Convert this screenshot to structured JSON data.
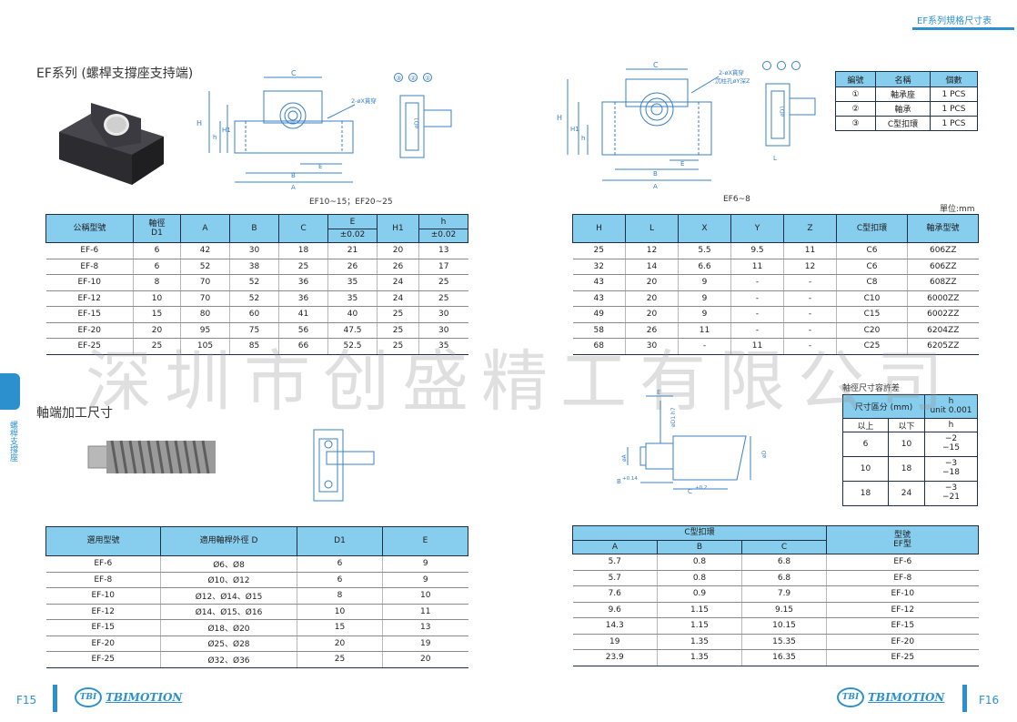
{
  "header": {
    "title": "EF系列規格尺寸表"
  },
  "left": {
    "section_title": "EF系列 (螺桿支撐座支持端)",
    "caption": "EF10~15；EF20~25",
    "drawing_labels": {
      "c": "C",
      "h": "H",
      "h1": "H1",
      "hs": "h",
      "e": "E",
      "b": "B",
      "a": "A",
      "hole_note": "2-øX貫穿",
      "d1": "øD1",
      "n1": "①",
      "n2": "②",
      "n3": "③"
    },
    "spec_table": {
      "headers": [
        "公稱型號",
        "軸徑\nD1",
        "A",
        "B",
        "C",
        "E",
        "H1",
        "h"
      ],
      "tol_e": "±0.02",
      "tol_h": "±0.02",
      "rows": [
        [
          "EF-6",
          "6",
          "42",
          "30",
          "18",
          "21",
          "20",
          "13"
        ],
        [
          "EF-8",
          "6",
          "52",
          "38",
          "25",
          "26",
          "26",
          "17"
        ],
        [
          "EF-10",
          "8",
          "70",
          "52",
          "36",
          "35",
          "24",
          "25"
        ],
        [
          "EF-12",
          "10",
          "70",
          "52",
          "36",
          "35",
          "24",
          "25"
        ],
        [
          "EF-15",
          "15",
          "80",
          "60",
          "41",
          "40",
          "25",
          "30"
        ],
        [
          "EF-20",
          "20",
          "95",
          "75",
          "56",
          "47.5",
          "25",
          "30"
        ],
        [
          "EF-25",
          "25",
          "105",
          "85",
          "66",
          "52.5",
          "25",
          "35"
        ]
      ]
    },
    "shaft_title": "軸端加工尺寸",
    "shaft_table": {
      "headers": [
        "選用型號",
        "適用軸桿外徑 D",
        "D1",
        "E"
      ],
      "rows": [
        [
          "EF-6",
          "Ø6、Ø8",
          "6",
          "9"
        ],
        [
          "EF-8",
          "Ø10、Ø12",
          "6",
          "9"
        ],
        [
          "EF-10",
          "Ø12、Ø14、Ø15",
          "8",
          "10"
        ],
        [
          "EF-12",
          "Ø14、Ø15、Ø16",
          "10",
          "11"
        ],
        [
          "EF-15",
          "Ø18、Ø20",
          "15",
          "13"
        ],
        [
          "EF-20",
          "Ø25、Ø28",
          "20",
          "19"
        ],
        [
          "EF-25",
          "Ø32、Ø36",
          "25",
          "20"
        ]
      ]
    },
    "page_number": "F15",
    "brand": {
      "logo": "TBI",
      "name": "TBIMOTION"
    },
    "side_tab_text": "螺桿支撐座"
  },
  "right": {
    "caption": "EF6~8",
    "unit_note": "單位:mm",
    "drawing_labels": {
      "c": "C",
      "h": "H",
      "h1": "H1",
      "hs": "h",
      "e": "E",
      "b": "B",
      "a": "A",
      "l": "L",
      "hole_note_1": "2-øX貫穿",
      "hole_note_2": "沉柱孔øY深Z",
      "d1": "øD1"
    },
    "bom_table": {
      "headers": [
        "編號",
        "名稱",
        "個數"
      ],
      "rows": [
        [
          "①",
          "軸承座",
          "1 PCS"
        ],
        [
          "②",
          "軸承",
          "1 PCS"
        ],
        [
          "③",
          "C型扣環",
          "1 PCS"
        ]
      ]
    },
    "spec_table": {
      "headers": [
        "H",
        "L",
        "X",
        "Y",
        "Z",
        "C型扣環",
        "軸承型號"
      ],
      "rows": [
        [
          "25",
          "12",
          "5.5",
          "9.5",
          "11",
          "C6",
          "606ZZ"
        ],
        [
          "32",
          "14",
          "6.6",
          "11",
          "12",
          "C6",
          "606ZZ"
        ],
        [
          "43",
          "20",
          "9",
          "-",
          "-",
          "C8",
          "608ZZ"
        ],
        [
          "43",
          "20",
          "9",
          "-",
          "-",
          "C10",
          "6000ZZ"
        ],
        [
          "49",
          "20",
          "9",
          "-",
          "-",
          "C15",
          "6002ZZ"
        ],
        [
          "58",
          "26",
          "11",
          "-",
          "-",
          "C20",
          "6204ZZ"
        ],
        [
          "68",
          "30",
          "-",
          "11",
          "-",
          "C25",
          "6205ZZ"
        ]
      ]
    },
    "tol_title": "軸徑尺寸容許差",
    "tol_table": {
      "h_top": "h",
      "h_sub": "unit 0.001",
      "size_header": "尺寸區分 (mm)",
      "sub_headers": [
        "以上",
        "以下",
        "h"
      ],
      "rows": [
        {
          "over": "6",
          "to": "10",
          "upper": "−2",
          "lower": "−15"
        },
        {
          "over": "10",
          "to": "18",
          "upper": "−3",
          "lower": "−18"
        },
        {
          "over": "18",
          "to": "24",
          "upper": "−3",
          "lower": "−21"
        }
      ]
    },
    "shaft_drawing_labels": {
      "e": "E",
      "d1h7": "øD1 h7",
      "a": "øA",
      "b": "B",
      "b_tol": "+0.14",
      "c": "C",
      "c_tol": "+0.2",
      "d": "øD"
    },
    "ring_table": {
      "group_header": "C型扣環",
      "sub_headers": [
        "A",
        "B",
        "C"
      ],
      "model_header": "型號\nEF型",
      "rows": [
        [
          "5.7",
          "0.8",
          "6.8",
          "EF-6"
        ],
        [
          "5.7",
          "0.8",
          "6.8",
          "EF-8"
        ],
        [
          "7.6",
          "0.9",
          "7.9",
          "EF-10"
        ],
        [
          "9.6",
          "1.15",
          "9.15",
          "EF-12"
        ],
        [
          "14.3",
          "1.15",
          "10.15",
          "EF-15"
        ],
        [
          "19",
          "1.35",
          "15.35",
          "EF-20"
        ],
        [
          "23.9",
          "1.35",
          "16.35",
          "EF-25"
        ]
      ]
    },
    "page_number": "F16",
    "brand": {
      "logo": "TBI",
      "name": "TBIMOTION"
    }
  },
  "watermark": "深圳市创盛精工有限公司",
  "colors": {
    "header_fill": "#86cdee",
    "accent": "#2c90cf",
    "line": "#1d2f44",
    "drawing": "#3a7fc4"
  }
}
